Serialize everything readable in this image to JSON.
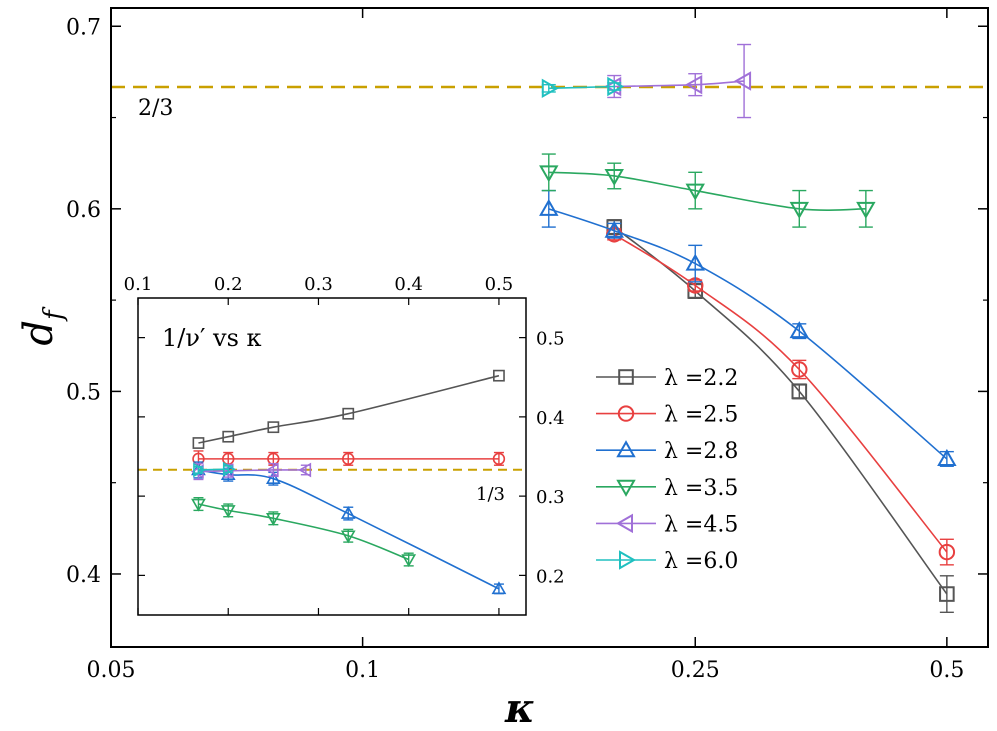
{
  "chart_data": [
    {
      "type": "line",
      "xlabel": "κ",
      "ylabel": "d_f",
      "xscale": "log",
      "xticks": [
        0.05,
        0.1,
        0.25,
        0.5
      ],
      "xtick_labels": [
        "0.05",
        "0.1",
        "0.25",
        "0.5"
      ],
      "yticks": [
        0.4,
        0.5,
        0.6,
        0.7
      ],
      "ytick_labels": [
        "0.4",
        "0.5",
        "0.6",
        "0.7"
      ],
      "xlim": [
        0.05,
        0.56
      ],
      "ylim": [
        0.36,
        0.71
      ],
      "reference_line": {
        "y": 0.6667,
        "label": "2/3",
        "color": "#c9a000"
      },
      "legend_position": "right-center",
      "series": [
        {
          "name": "λ =2.2",
          "color": "#555555",
          "marker": "square",
          "x": [
            0.2,
            0.25,
            0.333,
            0.5
          ],
          "y": [
            0.59,
            0.555,
            0.5,
            0.389
          ],
          "err": [
            0.004,
            0.004,
            0.004,
            0.01
          ]
        },
        {
          "name": "λ =2.5",
          "color": "#e84040",
          "marker": "circle",
          "x": [
            0.2,
            0.25,
            0.333,
            0.5
          ],
          "y": [
            0.586,
            0.558,
            0.512,
            0.412
          ],
          "err": [
            0.003,
            0.003,
            0.005,
            0.007
          ]
        },
        {
          "name": "λ =2.8",
          "color": "#2070d0",
          "marker": "triangle-up",
          "x": [
            0.167,
            0.2,
            0.25,
            0.333,
            0.5
          ],
          "y": [
            0.6,
            0.588,
            0.57,
            0.533,
            0.463
          ],
          "err": [
            0.01,
            0.004,
            0.01,
            0.004,
            0.004
          ]
        },
        {
          "name": "λ =3.5",
          "color": "#2aa860",
          "marker": "triangle-down",
          "x": [
            0.167,
            0.2,
            0.25,
            0.333,
            0.4
          ],
          "y": [
            0.62,
            0.618,
            0.61,
            0.6,
            0.6
          ],
          "err": [
            0.01,
            0.007,
            0.01,
            0.01,
            0.01
          ]
        },
        {
          "name": "λ =4.5",
          "color": "#a070d8",
          "marker": "triangle-left",
          "x": [
            0.2,
            0.25,
            0.286
          ],
          "y": [
            0.667,
            0.668,
            0.67
          ],
          "err": [
            0.006,
            0.006,
            0.02
          ]
        },
        {
          "name": "λ =6.0",
          "color": "#20c0c0",
          "marker": "triangle-right",
          "x": [
            0.167,
            0.2
          ],
          "y": [
            0.666,
            0.667
          ],
          "err": [
            0.002,
            0.002
          ]
        }
      ]
    },
    {
      "type": "line",
      "title": "1/ν′ vs κ",
      "xticks": [
        0.1,
        0.2,
        0.3,
        0.4,
        0.5
      ],
      "xtick_labels": [
        "0.1",
        "0.2",
        "0.3",
        "0.4",
        "0.5"
      ],
      "yticks": [
        0.2,
        0.3,
        0.4,
        0.5
      ],
      "ytick_labels": [
        "0.2",
        "0.3",
        "0.4",
        "0.5"
      ],
      "xlim": [
        0.1,
        0.53
      ],
      "ylim": [
        0.15,
        0.55
      ],
      "xaxis_position": "top",
      "yaxis_position": "right",
      "reference_line": {
        "y": 0.3333,
        "label": "1/3",
        "color": "#c9a000"
      },
      "series": [
        {
          "name": "λ =2.2",
          "color": "#555555",
          "marker": "square",
          "x": [
            0.167,
            0.2,
            0.25,
            0.333,
            0.5
          ],
          "y": [
            0.367,
            0.375,
            0.387,
            0.404,
            0.452
          ],
          "err": [
            0,
            0,
            0,
            0,
            0
          ]
        },
        {
          "name": "λ =2.5",
          "color": "#e84040",
          "marker": "circle",
          "x": [
            0.167,
            0.2,
            0.25,
            0.333,
            0.5
          ],
          "y": [
            0.347,
            0.347,
            0.347,
            0.347,
            0.347
          ],
          "err": [
            0.01,
            0.008,
            0.008,
            0.008,
            0.008
          ]
        },
        {
          "name": "λ =2.8",
          "color": "#2070d0",
          "marker": "triangle-up",
          "x": [
            0.167,
            0.2,
            0.25,
            0.333,
            0.5
          ],
          "y": [
            0.333,
            0.327,
            0.322,
            0.278,
            0.183
          ],
          "err": [
            0.01,
            0.008,
            0.008,
            0.008,
            0.006
          ]
        },
        {
          "name": "λ =3.5",
          "color": "#2aa860",
          "marker": "triangle-down",
          "x": [
            0.167,
            0.2,
            0.25,
            0.333,
            0.4
          ],
          "y": [
            0.29,
            0.282,
            0.272,
            0.25,
            0.22
          ],
          "err": [
            0.008,
            0.008,
            0.008,
            0.008,
            0.008
          ]
        },
        {
          "name": "λ =4.5",
          "color": "#a070d8",
          "marker": "triangle-left",
          "x": [
            0.167,
            0.2,
            0.25,
            0.286
          ],
          "y": [
            0.331,
            0.332,
            0.333,
            0.333
          ],
          "err": [
            0.01,
            0.008,
            0.008,
            0.006
          ]
        },
        {
          "name": "λ =6.0",
          "color": "#20c0c0",
          "marker": "triangle-right",
          "x": [
            0.167,
            0.2
          ],
          "y": [
            0.333,
            0.334
          ],
          "err": [
            0.004,
            0.004
          ]
        }
      ]
    }
  ]
}
